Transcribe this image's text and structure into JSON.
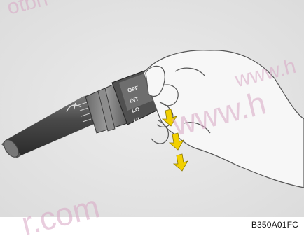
{
  "figure": {
    "code": "B350A01FC",
    "stalk_labels": [
      "OFF",
      "INT",
      "LO",
      "HI"
    ],
    "watermarks": [
      "otbn",
      "www.h",
      "www.h",
      "r.com"
    ]
  },
  "colors": {
    "background": "#e6e6e6",
    "stalk_dark": "#3c3c3c",
    "stalk_mid": "#7a7a7a",
    "hand_fill": "#f7f7f7",
    "arrow": "#f2d000"
  },
  "icons": [
    "windshield-wiper-icon",
    "down-arrow-icon"
  ]
}
